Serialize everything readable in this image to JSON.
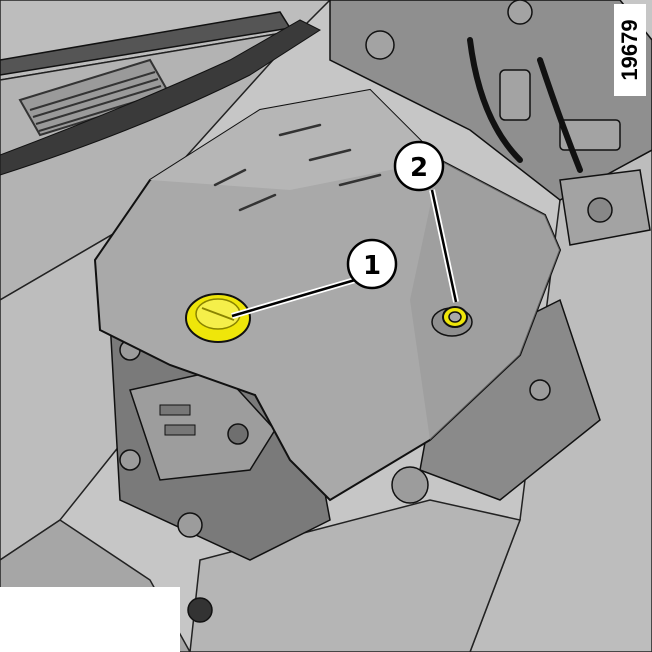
{
  "figure": {
    "reference_number": "19679",
    "callouts": [
      {
        "id": "1",
        "label": "1"
      },
      {
        "id": "2",
        "label": "2"
      }
    ],
    "colors": {
      "highlight_yellow": "#efe60a",
      "engine_cover": "#a9a9a9",
      "background_grey": "#c9c9c9",
      "outline": "#111111"
    }
  }
}
